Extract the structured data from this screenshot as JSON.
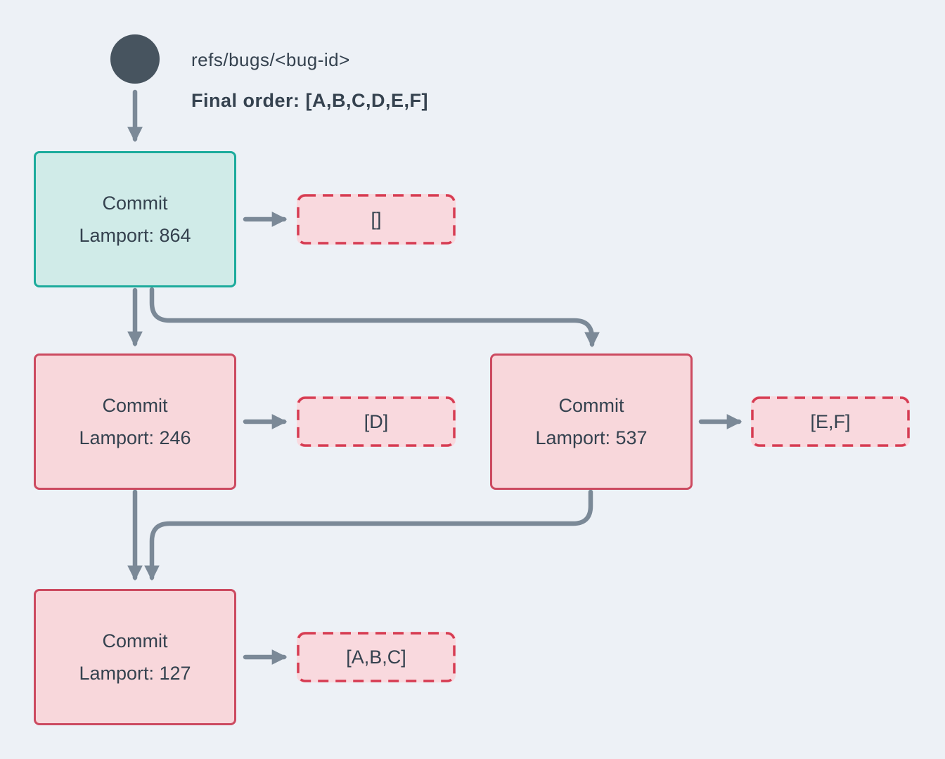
{
  "header": {
    "ref_label": "refs/bugs/<bug-id>",
    "final_order": "Final order: [A,B,C,D,E,F]"
  },
  "nodes": {
    "commit_864": {
      "line1": "Commit",
      "line2": "Lamport: 864",
      "payload": "[]"
    },
    "commit_246": {
      "line1": "Commit",
      "line2": "Lamport: 246",
      "payload": "[D]"
    },
    "commit_537": {
      "line1": "Commit",
      "line2": "Lamport: 537",
      "payload": "[E,F]"
    },
    "commit_127": {
      "line1": "Commit",
      "line2": "Lamport: 127",
      "payload": "[A,B,C]"
    }
  },
  "edges": [
    {
      "from": "ref-head",
      "to": "commit-864"
    },
    {
      "from": "commit-864",
      "to": "payload-864"
    },
    {
      "from": "commit-864",
      "to": "commit-246"
    },
    {
      "from": "commit-864",
      "to": "commit-537"
    },
    {
      "from": "commit-246",
      "to": "payload-246"
    },
    {
      "from": "commit-537",
      "to": "payload-537"
    },
    {
      "from": "commit-246",
      "to": "commit-127"
    },
    {
      "from": "commit-537",
      "to": "commit-127"
    },
    {
      "from": "commit-127",
      "to": "payload-127"
    }
  ],
  "colors": {
    "background": "#edf1f6",
    "text": "#35424f",
    "arrow": "#7b8997",
    "ref_circle": "#47545f",
    "teal_border": "#1cab9c",
    "teal_fill": "#d0ebe8",
    "pink_border": "#cc4a60",
    "pink_fill": "#f8d7db",
    "dashed_border": "#d63c52",
    "dashed_fill": "#f9d9de"
  }
}
